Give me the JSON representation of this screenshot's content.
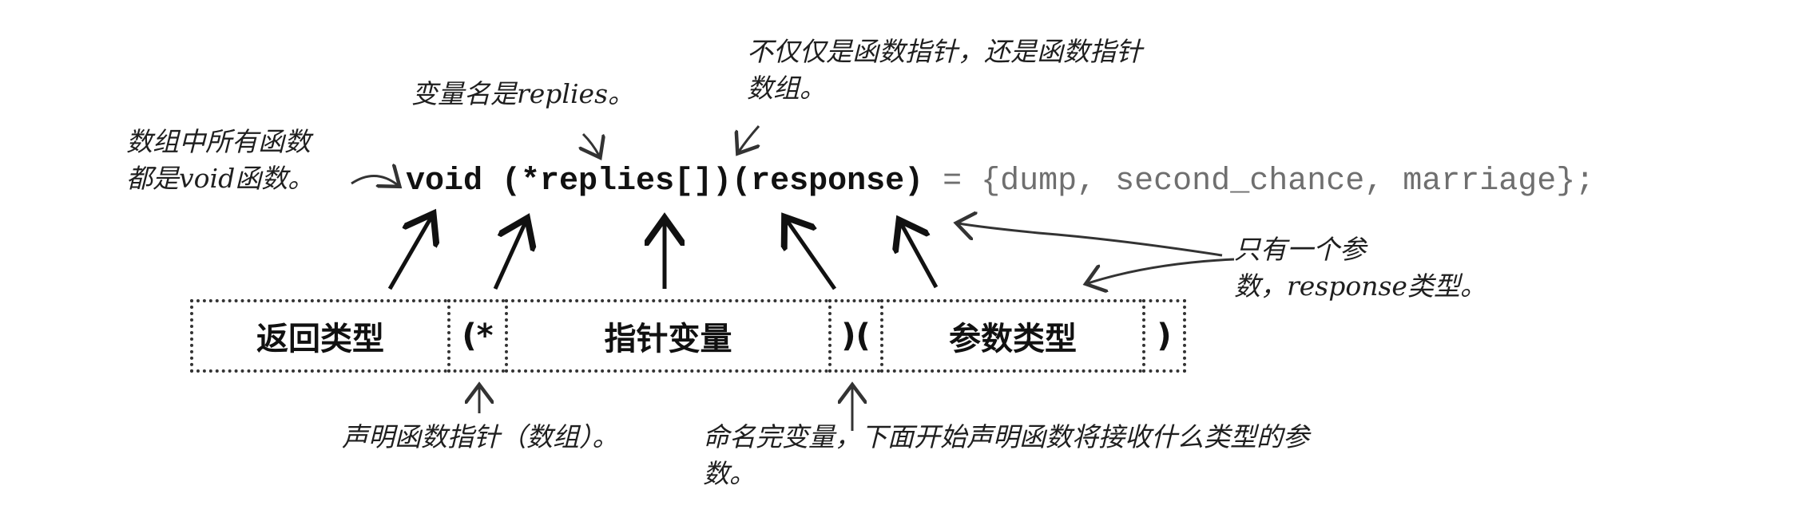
{
  "annotations": {
    "top_right": [
      "不仅仅是函数指针，还是函数指针",
      "数组。"
    ],
    "top_mid": "变量名是replies。",
    "left": [
      "数组中所有函数",
      "都是void函数。"
    ],
    "right": [
      "只有一个参",
      "数，response类型。"
    ],
    "bottom_left": "声明函数指针（数组）。",
    "bottom_right": [
      "命名完变量，下面开始声明函数将接收什么类型的参",
      "数。"
    ]
  },
  "code": {
    "void_kw": "void",
    "open_part": "(*replies[])",
    "param_part": "(response)",
    "rest": " = {dump, second_chance, marriage};"
  },
  "segments": [
    {
      "label": "返回类型"
    },
    {
      "label": "(*"
    },
    {
      "label": "指针变量"
    },
    {
      "label": ")("
    },
    {
      "label": "参数类型"
    },
    {
      "label": ")"
    }
  ]
}
